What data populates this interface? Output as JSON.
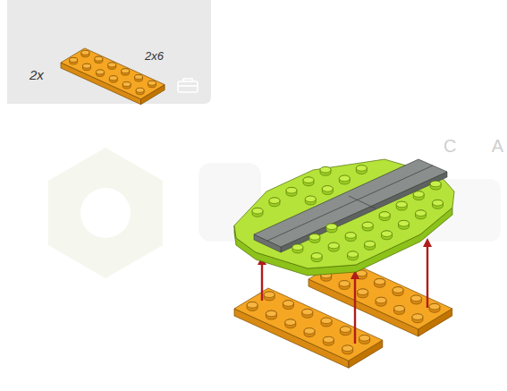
{
  "diagram": {
    "labels": [
      "2x",
      "2x6",
      "C",
      "A"
    ]
  }
}
